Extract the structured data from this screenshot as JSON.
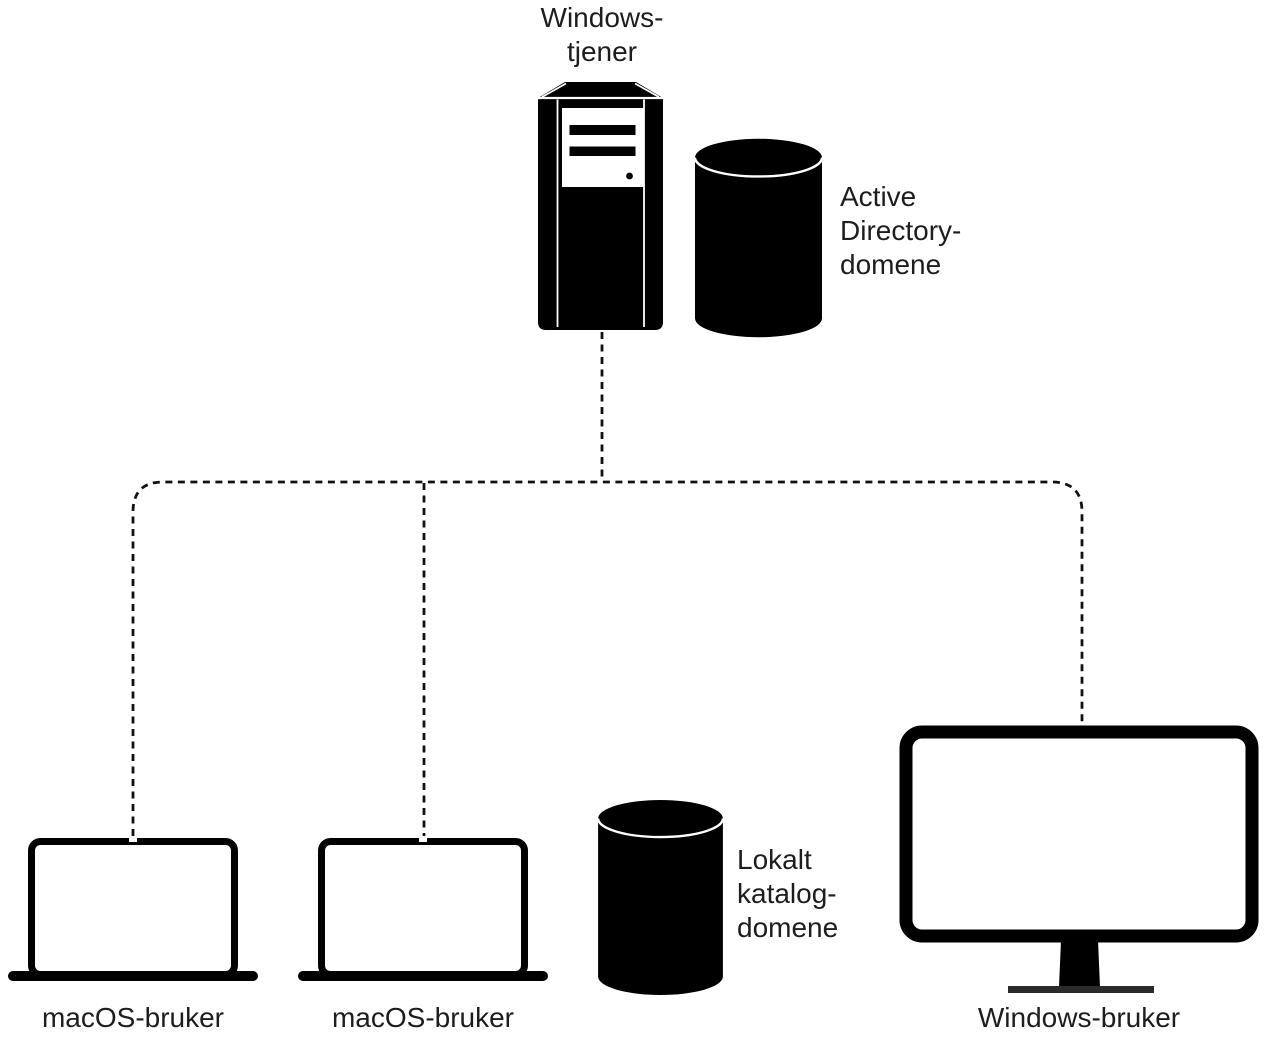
{
  "nodes": {
    "windows_server": {
      "label_lines": [
        "Windows-",
        "tjener"
      ],
      "icon": "server-tower-icon"
    },
    "active_directory_domain": {
      "label_lines": [
        "Active",
        "Directory-",
        "domene"
      ],
      "icon": "database-cylinder-icon"
    },
    "macos_user_1": {
      "label": "macOS-bruker",
      "icon": "laptop-icon"
    },
    "macos_user_2": {
      "label": "macOS-bruker",
      "icon": "laptop-icon"
    },
    "local_directory_domain": {
      "label_lines": [
        "Lokalt",
        "katalog-",
        "domene"
      ],
      "icon": "database-cylinder-icon"
    },
    "windows_user": {
      "label": "Windows-bruker",
      "icon": "desktop-monitor-icon"
    }
  },
  "connections": [
    {
      "from": "windows_server",
      "to": "macos_user_1",
      "style": "dashed"
    },
    {
      "from": "windows_server",
      "to": "macos_user_2",
      "style": "dashed"
    },
    {
      "from": "windows_server",
      "to": "windows_user",
      "style": "dashed"
    }
  ],
  "colors": {
    "background": "#ffffff",
    "icon_fill": "#000000",
    "text": "#1d1d1f",
    "connector": "#111111",
    "monitor_base": "#2b2b2b"
  }
}
